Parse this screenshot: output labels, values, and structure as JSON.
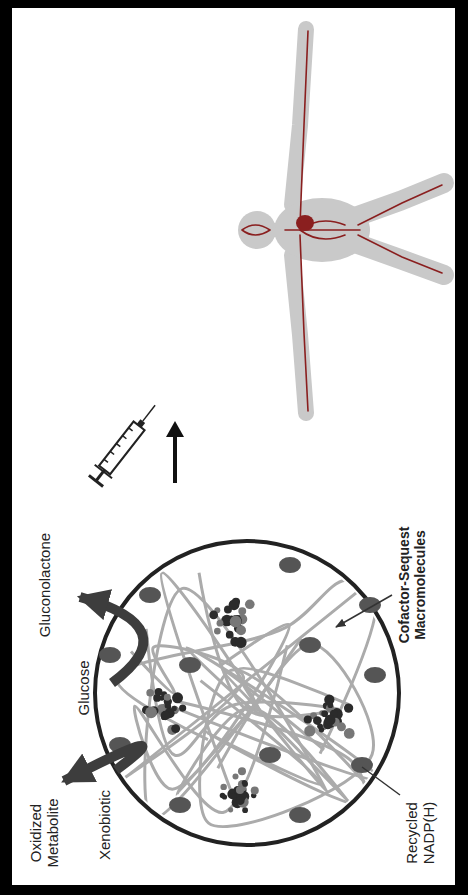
{
  "diagram": {
    "labels": [
      "Glucose",
      "Gluconolactone",
      "Oxidized Metabolite",
      "Xenobiotic",
      "Recycled NADP(H)",
      "Cofactor-Sequest Macromolecules"
    ]
  }
}
